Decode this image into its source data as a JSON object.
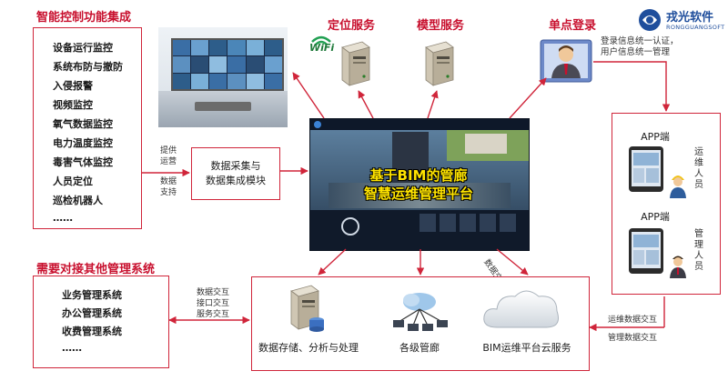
{
  "brand": {
    "name": "戎光软件",
    "sub": "RONGGUANGSOFT"
  },
  "left_top": {
    "title": "智能控制功能集成",
    "items": [
      "设备运行监控",
      "系统布防与撤防",
      "入侵报警",
      "视频监控",
      "氧气数据监控",
      "电力温度监控",
      "毒害气体监控",
      "人员定位",
      "巡检机器人",
      "……"
    ]
  },
  "left_bottom": {
    "title": "需要对接其他管理系统",
    "items": [
      "业务管理系统",
      "办公管理系统",
      "收费管理系统",
      "……"
    ]
  },
  "flow_labels": {
    "provide_ops": [
      "提供",
      "运营"
    ],
    "data_support": [
      "数据",
      "支持"
    ],
    "exchange": [
      "数据交互",
      "接口交互",
      "服务交互"
    ],
    "collector": [
      "数据采集与",
      "数据集成模块"
    ],
    "ops_data": "运维数据交互",
    "mgmt_data": "管理数据交互",
    "diag": "数据交互"
  },
  "top_labels": {
    "location": "定位服务",
    "model": "模型服务",
    "sso": "单点登录",
    "wifi": "WiFi",
    "sso_desc": [
      "登录信息统一认证，",
      "用户信息统一管理"
    ]
  },
  "platform": {
    "line1": "基于BIM的管廊",
    "line2": "智慧运维管理平台"
  },
  "bottom": {
    "storage": "数据存储、分析与处理",
    "pipes": "各级管廊",
    "cloud": "BIM运维平台云服务"
  },
  "app": {
    "app1": "APP端",
    "app2": "APP端",
    "ops_staff": "运维人员",
    "mgmt_staff": "管理人员"
  },
  "colors": {
    "accent_red": "#c8102e",
    "box_red": "#d0253a",
    "platform_yellow": "#ffe400"
  }
}
